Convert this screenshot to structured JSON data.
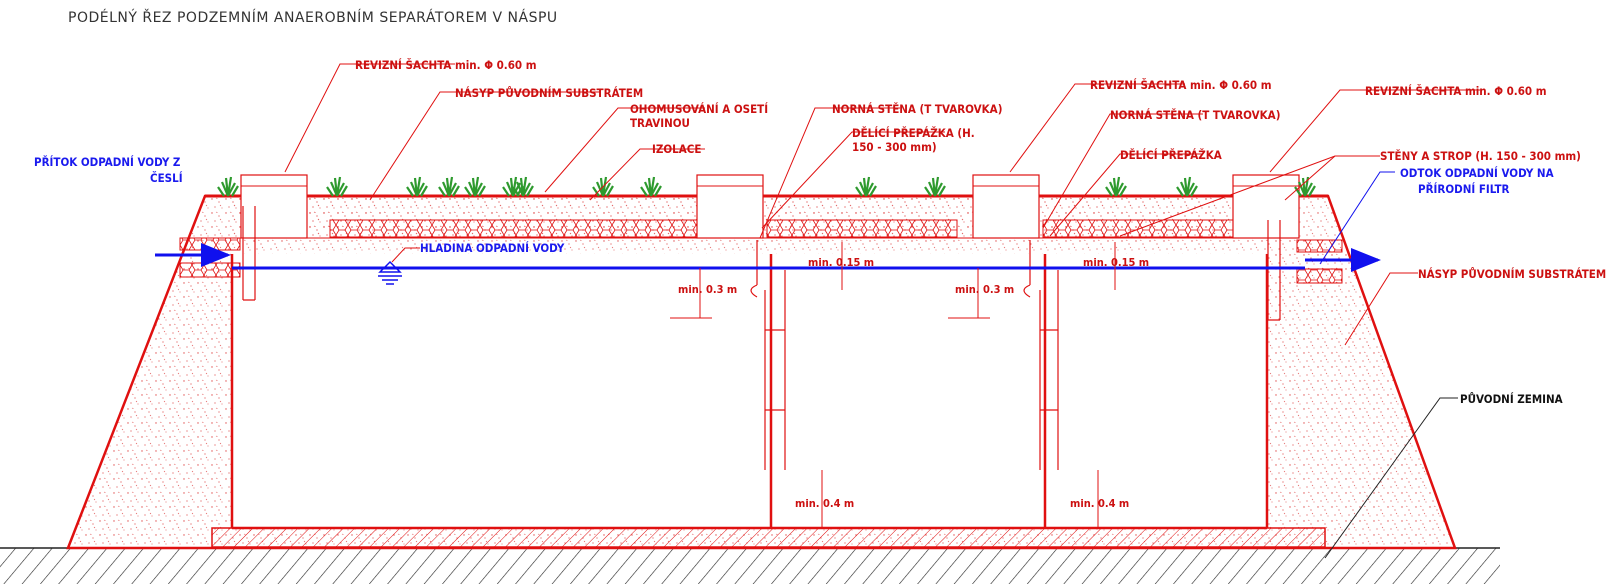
{
  "title": "PODÉLNÝ ŘEZ PODZEMNÍM ANAEROBNÍM SEPARÁTOREM V NÁSPU",
  "labels": {
    "revizni_1": "REVIZNÍ ŠACHTA min. Φ 0.60  m",
    "nasyp_top": "NÁSYP PŮVODNÍM SUBSTRÁTEM",
    "ohumus_1": "OHOMUSOVÁNÍ A OSETÍ",
    "ohumus_2": "TRAVINOU",
    "izolace": "IZOLACE",
    "pritok_1": "PŘÍTOK ODPADNÍ VODY Z",
    "pritok_2": "ČESLÍ",
    "hladina": "HLADINA ODPADNÍ VODY",
    "norna_1": "NORNÁ STĚNA (T TVAROVKA)",
    "delici_1a": "DĚLÍCÍ PŘEPÁŽKA (H.",
    "delici_1b": "150 - 300 mm)",
    "revizni_2": "REVIZNÍ ŠACHTA min. Φ 0.60  m",
    "norna_2": "NORNÁ STĚNA (T TVAROVKA)",
    "delici_2": "DĚLÍCÍ PŘEPÁŽKA",
    "revizni_3": "REVIZNÍ ŠACHTA min. Φ 0.60  m",
    "steny": "STĚNY A STROP (H. 150 - 300 mm)",
    "odtok_1": "ODTOK ODPADNÍ VODY NA",
    "odtok_2": "PŘÍRODNÍ FILTR",
    "nasyp_right": "NÁSYP PŮVODNÍM SUBSTRÁTEM",
    "puvodni": "PŮVODNÍ ZEMINA"
  },
  "dims": {
    "min03_a": "min. 0.3 m",
    "min015_a": "min. 0.15 m",
    "min03_b": "min. 0.3 m",
    "min015_b": "min. 0.15 m",
    "min04_a": "min. 0.4 m",
    "min04_b": "min. 0.4 m"
  },
  "colors": {
    "structure": "#e01010",
    "water": "#1010ee",
    "ground": "#222222",
    "plants": "#2e9a2e"
  }
}
